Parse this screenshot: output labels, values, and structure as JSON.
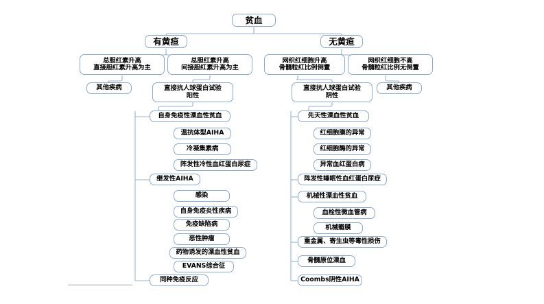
{
  "diagram": {
    "title": "贫血",
    "type": "medical-diagnostic-flowchart",
    "accent_border": "#8ea9c9",
    "line_color": "#9cb3ce",
    "background": "#ffffff"
  },
  "root": {
    "label": "贫血"
  },
  "level2": {
    "left": {
      "label": "有黄疸"
    },
    "right": {
      "label": "无黄疸"
    }
  },
  "level3": {
    "a": {
      "line1": "总胆红素升高",
      "line2": "直接胆红素升高为主"
    },
    "b": {
      "line1": "总胆红素升高",
      "line2": "间接胆红素升高为主"
    },
    "c": {
      "line1": "网织红细胞升高",
      "line2": "骨髓粒红比例倒置"
    },
    "d": {
      "line1": "网织红细胞不高",
      "line2": "骨髓粒红比例无倒置"
    }
  },
  "level4": {
    "other_left": {
      "label": "其他疾病"
    },
    "coombs_pos": {
      "line1": "直接抗人球蛋白试验",
      "line2": "阳性"
    },
    "coombs_neg": {
      "line1": "直接抗人球蛋白试验",
      "line2": "阴性"
    },
    "other_right": {
      "label": "其他疾病"
    }
  },
  "left_branch": {
    "nodes": [
      {
        "label": "自身免疫性溧血性贫血"
      },
      {
        "label": "继发性AIHA"
      },
      {
        "label": "同种免疫反应"
      }
    ],
    "aiha_subtypes": [
      {
        "label": "温抗体型AIHA"
      },
      {
        "label": "冷凝集素病"
      },
      {
        "label": "阵发性冷性血红蛋白尿症"
      }
    ],
    "secondary_causes": [
      {
        "label": "感染"
      },
      {
        "label": "自身免疫炎性疾病"
      },
      {
        "label": "免疫缺陷病"
      },
      {
        "label": "恶性肿瘤"
      },
      {
        "label": "药物诱发的溧血性贫血"
      },
      {
        "label": "EVANS综合征"
      }
    ]
  },
  "right_branch": {
    "nodes": [
      {
        "label": "先天性溧血性贫血"
      },
      {
        "label": "阵发性睡眠性血红蛋白尿症"
      },
      {
        "label": "机械性溧血性贫血"
      },
      {
        "label": "重金属、寄生虫等毒性损伤"
      },
      {
        "label": "骨髓原位溧血"
      },
      {
        "label": "Coombs阴性AIHA"
      }
    ],
    "congenital_subtypes": [
      {
        "label": "红细胞膜的异常"
      },
      {
        "label": "红细胞酶的异常"
      },
      {
        "label": "异常血红蛋白病"
      }
    ],
    "mechanical_subtypes": [
      {
        "label": "血栓性微血管病"
      },
      {
        "label": "机械瓣膜"
      }
    ]
  }
}
